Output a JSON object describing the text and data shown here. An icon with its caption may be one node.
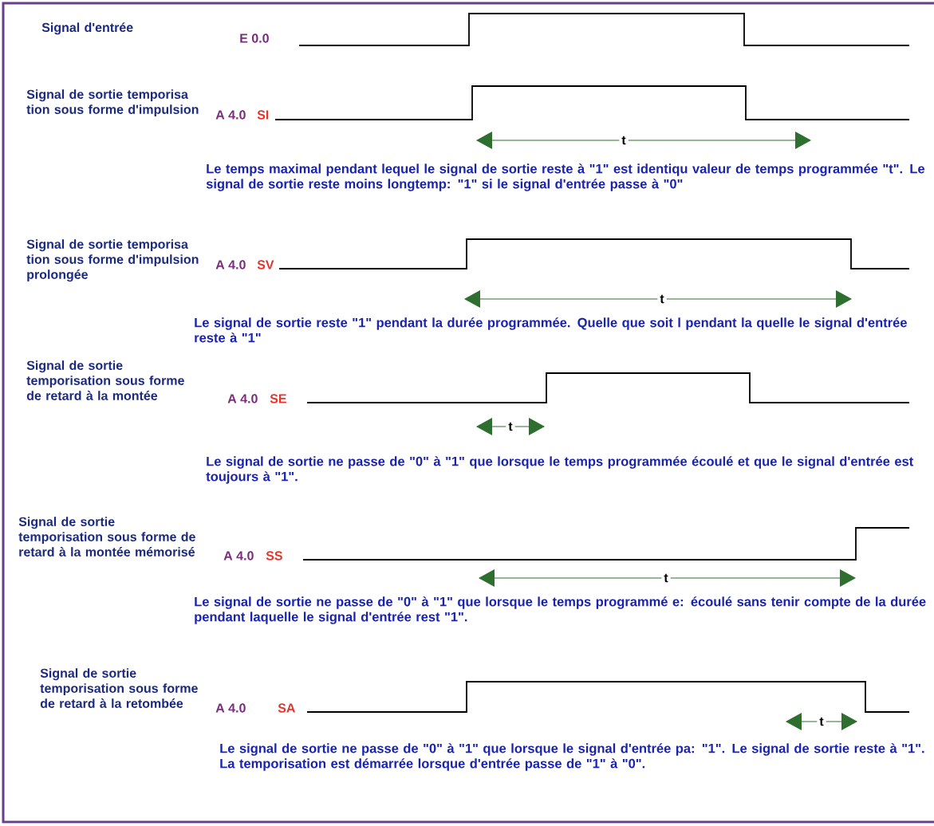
{
  "diagram": {
    "labels": [
      "Signal d'entrée",
      "E 0.0",
      "Signal de sortie temporisa tion sous forme d'impulsion",
      "A 4.0",
      "SI",
      "t",
      "Le temps maximal pendant lequel le signal de sortie reste à \"1\" est identiqu valeur de temps programmée \"t\". Le signal de sortie reste moins longtemp: \"1\" si le signal d'entrée passe à \"0\"",
      "Signal de sortie temporisa tion sous forme d'impulsion prolongée",
      "A 4.0",
      "SV",
      "t",
      "Le signal de sortie reste \"1\" pendant la durée programmée. Quelle que soit l pendant la quelle le signal d'entrée reste à \"1\"",
      "Signal de sortie temporisation sous forme de retard à la montée",
      "A 4.0",
      "SE",
      "t",
      "Le signal de sortie ne passe de \"0\" à \"1\" que lorsque le temps programmée écoulé et que le signal d'entrée est toujours à \"1\".",
      "Signal de sortie temporisation sous forme de retard à la montée mémorisé",
      "A 4.0",
      "SS",
      "t",
      "Le signal de sortie ne passe de \"0\" à \"1\" que lorsque le temps programmé e: écoulé sans tenir compte de la durée pendant laquelle le signal d'entrée rest \"1\".",
      "Signal de sortie temporisation sous forme de retard à la retombée",
      "A 4.0",
      "SA",
      "t",
      "Le signal de sortie ne passe de \"0\" à \"1\" que lorsque le signal d'entrée pa: \"1\". Le signal de sortie reste à \"1\". La temporisation est démarrée lorsque d'entrée passe de \"1\" à \"0\"."
    ]
  }
}
